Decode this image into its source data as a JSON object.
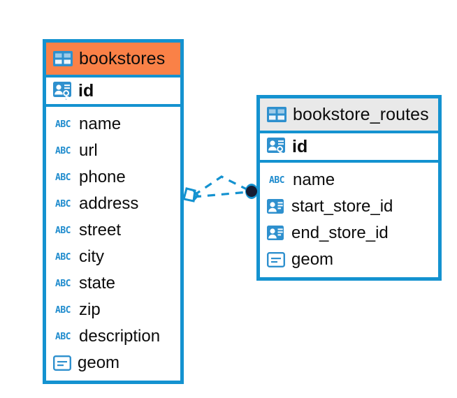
{
  "diagram": {
    "type": "entity-relationship-diagram",
    "colors": {
      "border_blue": "#1492d0",
      "header_orange": "#fa8147",
      "header_gray": "#e9e9e9",
      "icon_blue": "#2e90ce",
      "endpoint_dark": "#151c33",
      "text": "#0c0c0c"
    },
    "entities": [
      {
        "name": "bookstores",
        "header_style": "orange",
        "header_icon": "table-icon",
        "primary_key": {
          "label": "id",
          "icon": "primary-key-icon"
        },
        "fields": [
          {
            "label": "name",
            "icon": "abc-icon",
            "icon_text": "ABC"
          },
          {
            "label": "url",
            "icon": "abc-icon",
            "icon_text": "ABC"
          },
          {
            "label": "phone",
            "icon": "abc-icon",
            "icon_text": "ABC"
          },
          {
            "label": "address",
            "icon": "abc-icon",
            "icon_text": "ABC"
          },
          {
            "label": "street",
            "icon": "abc-icon",
            "icon_text": "ABC"
          },
          {
            "label": "city",
            "icon": "abc-icon",
            "icon_text": "ABC"
          },
          {
            "label": "state",
            "icon": "abc-icon",
            "icon_text": "ABC"
          },
          {
            "label": "zip",
            "icon": "abc-icon",
            "icon_text": "ABC"
          },
          {
            "label": "description",
            "icon": "abc-icon",
            "icon_text": "ABC"
          },
          {
            "label": "geom",
            "icon": "geometry-icon"
          }
        ]
      },
      {
        "name": "bookstore_routes",
        "header_style": "gray",
        "header_icon": "table-icon",
        "primary_key": {
          "label": "id",
          "icon": "primary-key-icon"
        },
        "fields": [
          {
            "label": "name",
            "icon": "abc-icon",
            "icon_text": "ABC"
          },
          {
            "label": "start_store_id",
            "icon": "foreign-key-icon"
          },
          {
            "label": "end_store_id",
            "icon": "foreign-key-icon"
          },
          {
            "label": "geom",
            "icon": "geometry-icon"
          }
        ]
      }
    ],
    "relationship": {
      "style": "dashed",
      "color": "#1492d0",
      "source_entity": "bookstores",
      "target_entity": "bookstore_routes",
      "source_marker": "diamond-marker",
      "target_marker": "filled-circle-marker"
    }
  }
}
